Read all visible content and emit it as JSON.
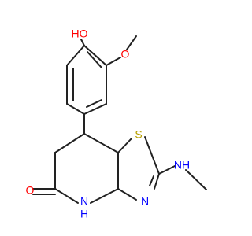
{
  "molecule": {
    "atom_labels": {
      "hydroxyl": "HO",
      "methoxy_oxygen": "O",
      "thiazole_sulfur": "S",
      "amine_nh": "NH",
      "thiazole_nitrogen": "N",
      "lactam_nh": "N",
      "lactam_h": "H",
      "carbonyl_oxygen": "O"
    },
    "colors": {
      "bond": "#222222",
      "oxygen": "#ff0000",
      "nitrogen": "#0000ff",
      "sulfur": "#b8a000"
    }
  }
}
